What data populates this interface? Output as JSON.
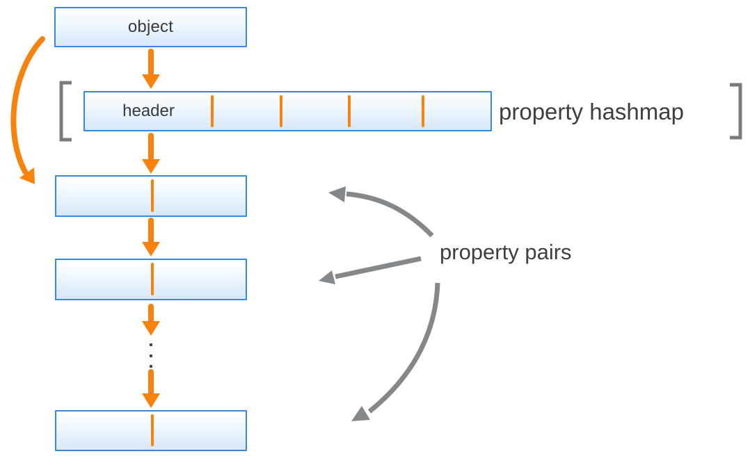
{
  "labels": {
    "object": "object",
    "header": "header",
    "property_hashmap": "property hashmap",
    "property_pairs": "property pairs"
  },
  "structure": {
    "hashmap_slot_divider_count": 4,
    "property_pair_box_count": 3,
    "ellipsis_dot_count": 3,
    "flow_arrow_count": 5,
    "gray_pointer_arrow_count": 3
  },
  "colors": {
    "arrow_orange": "#F8820E",
    "box_border_blue": "#3787DE",
    "box_fill_top": "#FFFFFF",
    "box_fill_bottom": "#D6E8F9",
    "gray_arrow": "#85888A",
    "bracket_gray": "#797C7F",
    "label_text": "#3E3E40"
  }
}
